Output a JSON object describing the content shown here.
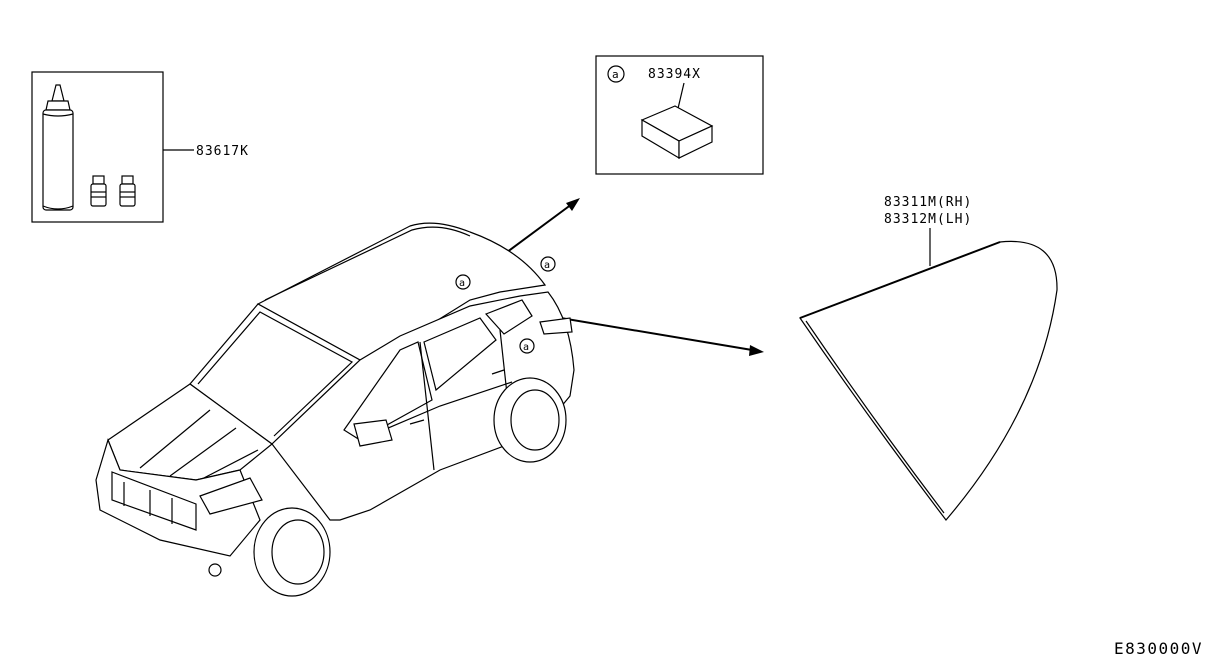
{
  "parts": {
    "sealant_kit": {
      "code": "83617K"
    },
    "block": {
      "code": "83394X",
      "ref_mark": "a"
    },
    "glass": {
      "code_rh": "83311M(RH)",
      "code_lh": "83312M(LH)"
    }
  },
  "car_markers": {
    "marker_a": "a"
  },
  "diagram_id": "E830000V"
}
